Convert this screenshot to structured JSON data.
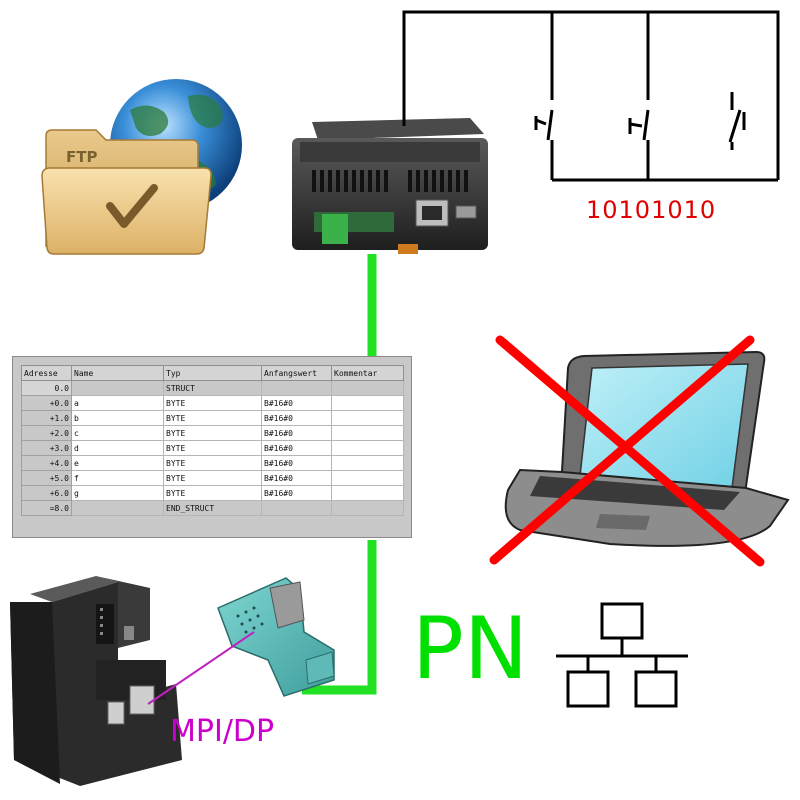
{
  "labels": {
    "binary": "10101010",
    "protocol": "PN",
    "bus": "MPI/DP",
    "ftp": "FTP"
  },
  "icons": {
    "ftp": "ftp-folder-globe-icon",
    "plc_device": "din-rail-gateway-device-icon",
    "switches": "switch-contacts-icon",
    "laptop": "crossed-out-laptop-icon",
    "plc_cpu": "plc-cpu-icon",
    "connector": "profibus-connector-icon",
    "network": "network-topology-icon"
  },
  "colors": {
    "cable": "#22e022",
    "cross": "#ff0000",
    "binary": "#e00000",
    "pn": "#00e000",
    "mpi": "#cc00cc"
  },
  "table": {
    "headers": [
      "Adresse",
      "Name",
      "Typ",
      "Anfangswert",
      "Kommentar"
    ],
    "rows": [
      {
        "address": "0.0",
        "name": "",
        "type": "STRUCT",
        "initial": "",
        "comment": ""
      },
      {
        "address": "+0.0",
        "name": "a",
        "type": "BYTE",
        "initial": "B#16#0",
        "comment": ""
      },
      {
        "address": "+1.0",
        "name": "b",
        "type": "BYTE",
        "initial": "B#16#0",
        "comment": ""
      },
      {
        "address": "+2.0",
        "name": "c",
        "type": "BYTE",
        "initial": "B#16#0",
        "comment": ""
      },
      {
        "address": "+3.0",
        "name": "d",
        "type": "BYTE",
        "initial": "B#16#0",
        "comment": ""
      },
      {
        "address": "+4.0",
        "name": "e",
        "type": "BYTE",
        "initial": "B#16#0",
        "comment": ""
      },
      {
        "address": "+5.0",
        "name": "f",
        "type": "BYTE",
        "initial": "B#16#0",
        "comment": ""
      },
      {
        "address": "+6.0",
        "name": "g",
        "type": "BYTE",
        "initial": "B#16#0",
        "comment": ""
      },
      {
        "address": "=8.0",
        "name": "",
        "type": "END_STRUCT",
        "initial": "",
        "comment": ""
      }
    ]
  }
}
